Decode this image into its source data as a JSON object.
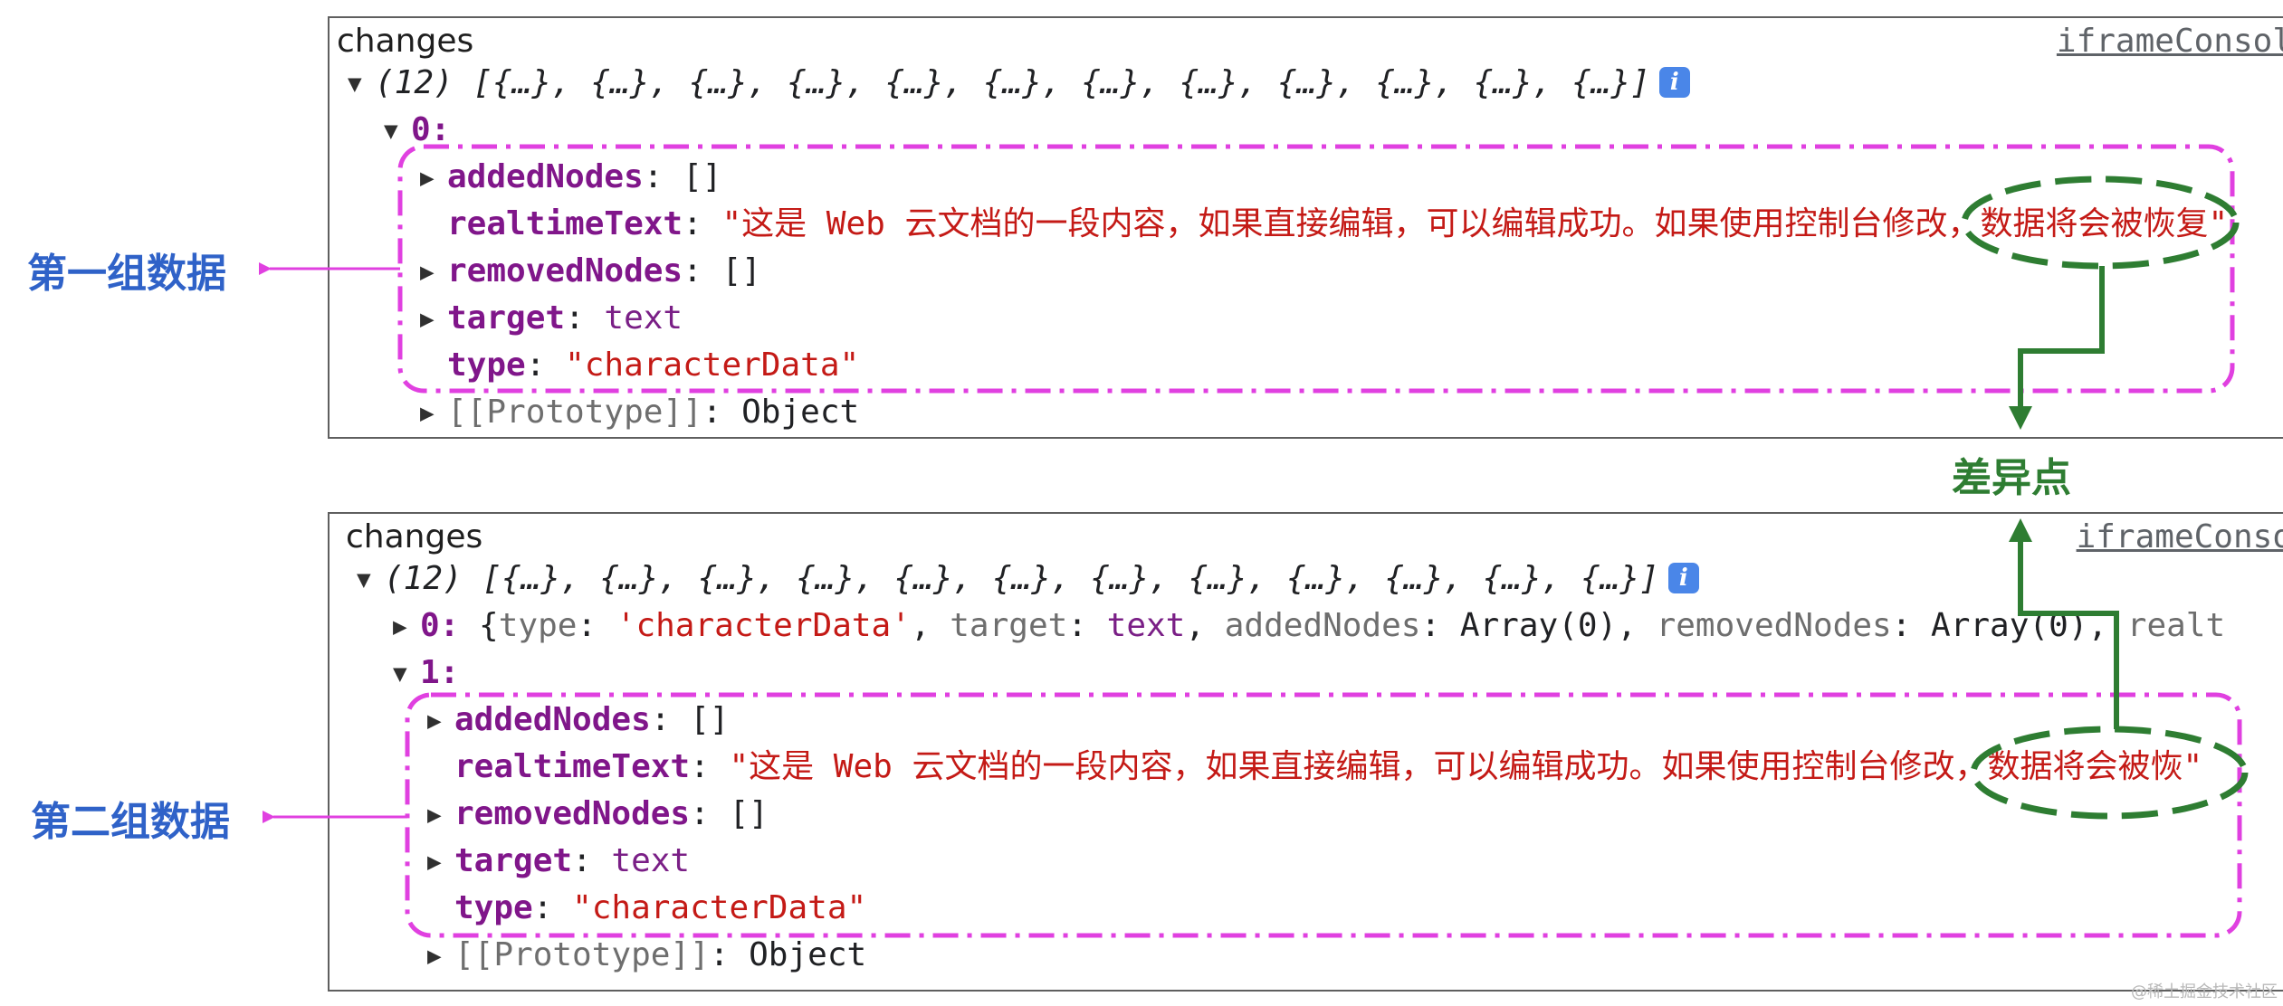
{
  "colors": {
    "dashed_box": "#e040e0",
    "ellipse": "#2e7d32",
    "group_label": "#2f62c8",
    "key": "#80168a",
    "string": "#c41a16",
    "info_badge": "#4a86e8"
  },
  "panels": [
    {
      "title": "changes",
      "source": "iframeConsol",
      "array_summary": "(12) [{…}, {…}, {…}, {…}, {…}, {…}, {…}, {…}, {…}, {…}, {…}, {…}]",
      "info_icon": "i",
      "preview_row": null,
      "expanded_index": "0:",
      "entries": {
        "addedNodes_key": "addedNodes",
        "addedNodes_value": "[]",
        "realtimeText_key": "realtimeText",
        "realtimeText_value": "\"这是 Web 云文档的一段内容，如果直接编辑，可以编辑成功。如果使用控制台修改，数据将会被恢复\"",
        "removedNodes_key": "removedNodes",
        "removedNodes_value": "[]",
        "target_key": "target",
        "target_value": "text",
        "type_key": "type",
        "type_value": "\"characterData\""
      },
      "prototype_label": "[[Prototype]]",
      "prototype_value": "Object"
    },
    {
      "title": "changes",
      "source": "iframeConso",
      "array_summary": "(12) [{…}, {…}, {…}, {…}, {…}, {…}, {…}, {…}, {…}, {…}, {…}, {…}]",
      "info_icon": "i",
      "preview_row": {
        "index": "0:",
        "type_key": "type",
        "type_value": "'characterData'",
        "target_key": "target",
        "target_value": "text",
        "addedNodes_key": "addedNodes",
        "addedNodes_value": "Array(0)",
        "removedNodes_key": "removedNodes",
        "removedNodes_value": "Array(0)",
        "tail": "realt"
      },
      "expanded_index": "1:",
      "entries": {
        "addedNodes_key": "addedNodes",
        "addedNodes_value": "[]",
        "realtimeText_key": "realtimeText",
        "realtimeText_value": "\"这是 Web 云文档的一段内容，如果直接编辑，可以编辑成功。如果使用控制台修改，数据将会被恢\"",
        "removedNodes_key": "removedNodes",
        "removedNodes_value": "[]",
        "target_key": "target",
        "target_value": "text",
        "type_key": "type",
        "type_value": "\"characterData\""
      },
      "prototype_label": "[[Prototype]]",
      "prototype_value": "Object"
    }
  ],
  "annotations": {
    "group1_label": "第一组数据",
    "group2_label": "第二组数据",
    "diff_label": "差异点"
  },
  "watermark": "@稀土掘金技术社区"
}
